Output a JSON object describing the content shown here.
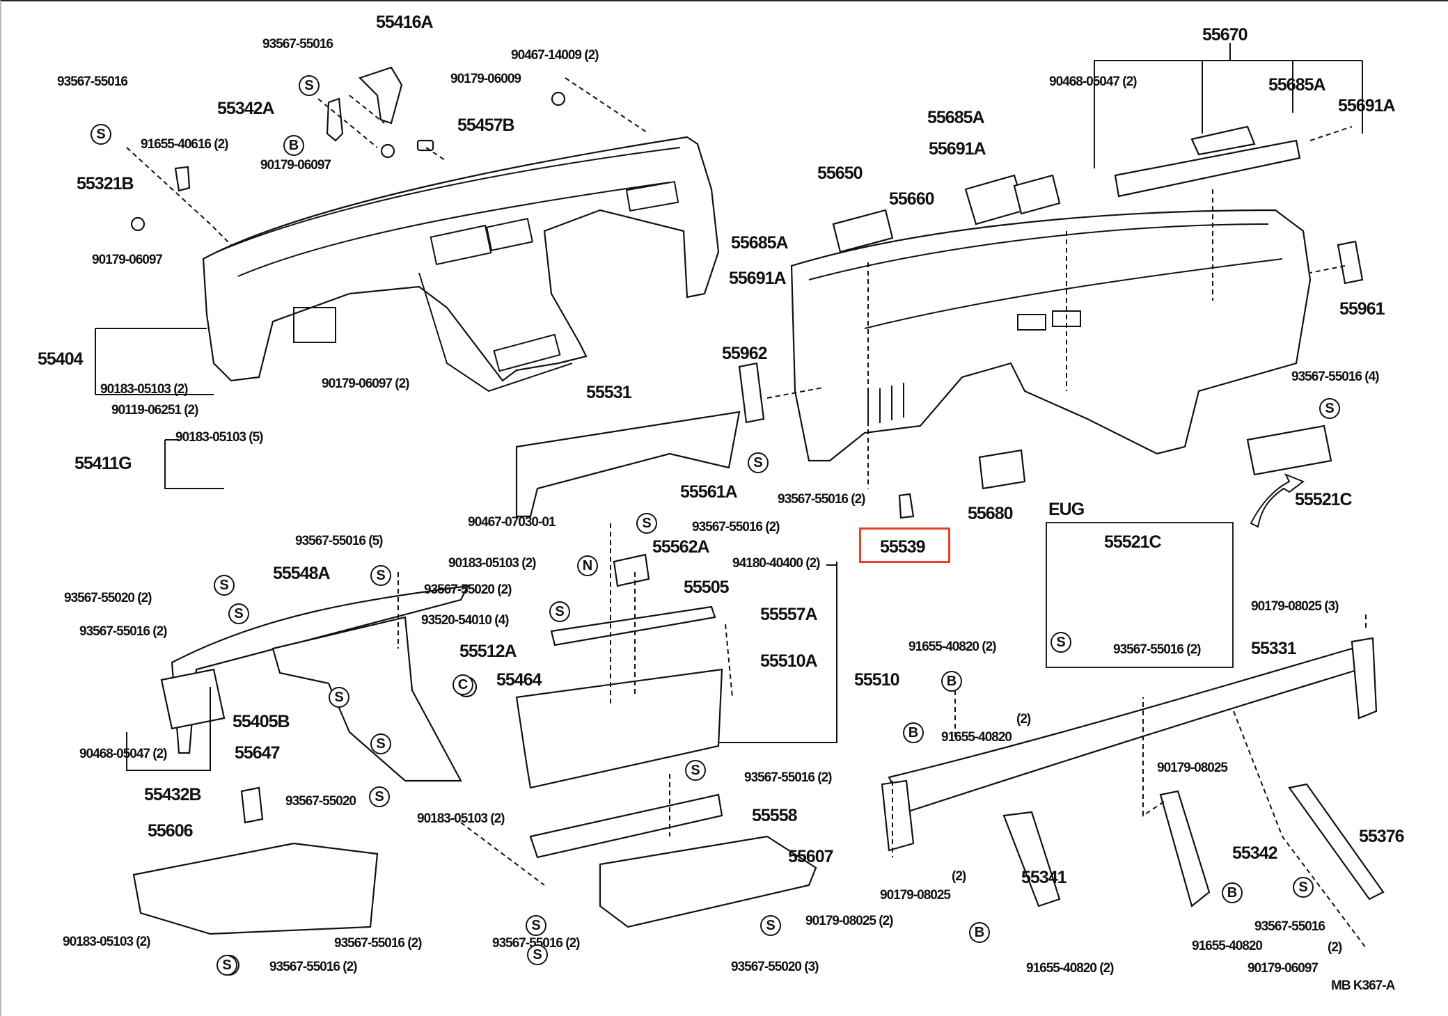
{
  "diagram": {
    "title": "Instrument Panel Exploded Parts Diagram",
    "reference_code": "MB  K367-A",
    "highlight_color": "#e8412a",
    "highlighted_part": "55539",
    "inset_label": "EUG",
    "symbols": {
      "S": "S",
      "B": "B",
      "N": "N",
      "C": "C"
    },
    "labels": [
      {
        "id": "l01",
        "text": "55416A"
      },
      {
        "id": "l02",
        "text": "93567-55016"
      },
      {
        "id": "l03",
        "text": "90467-14009 (2)"
      },
      {
        "id": "l04",
        "text": "93567-55016"
      },
      {
        "id": "l05",
        "text": "90179-06009"
      },
      {
        "id": "l06",
        "text": "55342A"
      },
      {
        "id": "l07",
        "text": "55457B"
      },
      {
        "id": "l08",
        "text": "91655-40616 (2)"
      },
      {
        "id": "l09",
        "text": "90179-06097"
      },
      {
        "id": "l10",
        "text": "55321B"
      },
      {
        "id": "l11",
        "text": "90179-06097"
      },
      {
        "id": "l12",
        "text": "55404"
      },
      {
        "id": "l13",
        "text": "90183-05103 (2)"
      },
      {
        "id": "l14",
        "text": "90119-06251 (2)"
      },
      {
        "id": "l15",
        "text": "90179-06097 (2)"
      },
      {
        "id": "l16",
        "text": "90183-05103 (5)"
      },
      {
        "id": "l17",
        "text": "55411G"
      },
      {
        "id": "l18",
        "text": "93567-55016 (5)"
      },
      {
        "id": "l19",
        "text": "93567-55020 (2)"
      },
      {
        "id": "l20",
        "text": "55548A"
      },
      {
        "id": "l21",
        "text": "93567-55016 (2)"
      },
      {
        "id": "l22",
        "text": "90468-05047 (2)"
      },
      {
        "id": "l23",
        "text": "55432B"
      },
      {
        "id": "l24",
        "text": "55405B"
      },
      {
        "id": "l25",
        "text": "55647"
      },
      {
        "id": "l26",
        "text": "93567-55020"
      },
      {
        "id": "l27",
        "text": "55606"
      },
      {
        "id": "l28",
        "text": "90183-05103 (2)"
      },
      {
        "id": "l29",
        "text": "93567-55016 (2)"
      },
      {
        "id": "l30",
        "text": "93567-55016 (2)"
      },
      {
        "id": "l31",
        "text": "55531"
      },
      {
        "id": "l32",
        "text": "55561A"
      },
      {
        "id": "l33",
        "text": "90467-07030-01"
      },
      {
        "id": "l34",
        "text": "93567-55016 (2)"
      },
      {
        "id": "l35",
        "text": "55562A"
      },
      {
        "id": "l36",
        "text": "90183-05103 (2)"
      },
      {
        "id": "l37",
        "text": "94180-40400 (2)"
      },
      {
        "id": "l38",
        "text": "93567-55020 (2)"
      },
      {
        "id": "l39",
        "text": "55505"
      },
      {
        "id": "l40",
        "text": "93520-54010 (4)"
      },
      {
        "id": "l41",
        "text": "55557A"
      },
      {
        "id": "l42",
        "text": "55512A"
      },
      {
        "id": "l43",
        "text": "55510A"
      },
      {
        "id": "l44",
        "text": "55464"
      },
      {
        "id": "l45",
        "text": "55510"
      },
      {
        "id": "l46",
        "text": "93567-55016 (2)"
      },
      {
        "id": "l47",
        "text": "90183-05103 (2)"
      },
      {
        "id": "l48",
        "text": "55558"
      },
      {
        "id": "l49",
        "text": "55607"
      },
      {
        "id": "l50",
        "text": "93567-55016 (2)"
      },
      {
        "id": "l51",
        "text": "93567-55020 (3)"
      },
      {
        "id": "l52",
        "text": "55650"
      },
      {
        "id": "l53",
        "text": "55685A"
      },
      {
        "id": "l54",
        "text": "55691A"
      },
      {
        "id": "l55",
        "text": "55685A"
      },
      {
        "id": "l56",
        "text": "55691A"
      },
      {
        "id": "l57",
        "text": "55660"
      },
      {
        "id": "l58",
        "text": "55670"
      },
      {
        "id": "l59",
        "text": "90468-05047 (2)"
      },
      {
        "id": "l60",
        "text": "55685A"
      },
      {
        "id": "l61",
        "text": "55691A"
      },
      {
        "id": "l62",
        "text": "55961"
      },
      {
        "id": "l63",
        "text": "55962"
      },
      {
        "id": "l64",
        "text": "93567-55016 (2)"
      },
      {
        "id": "l65",
        "text": "55539"
      },
      {
        "id": "l66",
        "text": "55680"
      },
      {
        "id": "l67",
        "text": "93567-55016 (4)"
      },
      {
        "id": "l68",
        "text": "55521C"
      },
      {
        "id": "l69",
        "text": "55521C"
      },
      {
        "id": "l70",
        "text": "93567-55016 (2)"
      },
      {
        "id": "l71",
        "text": "90179-08025 (3)"
      },
      {
        "id": "l72",
        "text": "91655-40820 (2)"
      },
      {
        "id": "l73",
        "text": "55331"
      },
      {
        "id": "l74",
        "text": "(2)"
      },
      {
        "id": "l75",
        "text": "91655-40820"
      },
      {
        "id": "l76",
        "text": "90179-08025"
      },
      {
        "id": "l77",
        "text": "55376"
      },
      {
        "id": "l78",
        "text": "55342"
      },
      {
        "id": "l79",
        "text": "(2)"
      },
      {
        "id": "l80",
        "text": "90179-08025"
      },
      {
        "id": "l81",
        "text": "55341"
      },
      {
        "id": "l82",
        "text": "90179-08025 (2)"
      },
      {
        "id": "l83",
        "text": "91655-40820"
      },
      {
        "id": "l84",
        "text": "93567-55016"
      },
      {
        "id": "l85",
        "text": "(2)"
      },
      {
        "id": "l86",
        "text": "91655-40820 (2)"
      },
      {
        "id": "l87",
        "text": "90179-06097"
      }
    ]
  }
}
